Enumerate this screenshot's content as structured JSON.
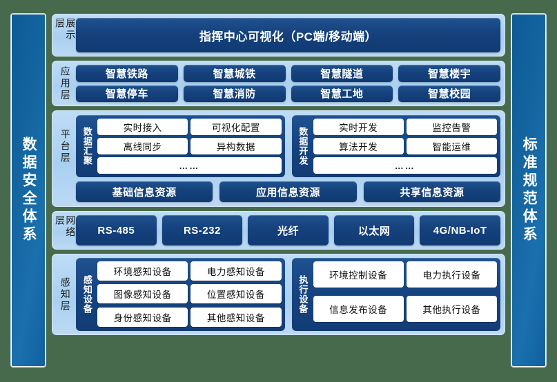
{
  "colors": {
    "page_background": "#476a4c",
    "pillar_blue": "#14649f",
    "layer_band": "#a9d0f0",
    "chip_navy": "#15417c",
    "cell_white": "#ffffff"
  },
  "left_pillar": {
    "label": "数据安全体系"
  },
  "right_pillar": {
    "label": "标准规范体系"
  },
  "layers": [
    {
      "id": "display",
      "name": "展示层",
      "bar": "指挥中心可视化（PC端/移动端）"
    },
    {
      "id": "application",
      "name": "应用层",
      "items": [
        "智慧铁路",
        "智慧城铁",
        "智慧隧道",
        "智慧楼宇",
        "智慧停车",
        "智慧消防",
        "智慧工地",
        "智慧校园"
      ]
    },
    {
      "id": "platform",
      "name": "平台层",
      "groups": [
        {
          "title": "数据汇聚",
          "cells": [
            "实时接入",
            "可视化配置",
            "离线同步",
            "异构数据"
          ],
          "more": "……"
        },
        {
          "title": "数据开发",
          "cells": [
            "实时开发",
            "监控告警",
            "算法开发",
            "智能运维"
          ],
          "more": "……"
        }
      ],
      "resources": [
        "基础信息资源",
        "应用信息资源",
        "共享信息资源"
      ]
    },
    {
      "id": "network",
      "name": "网络层",
      "items": [
        "RS-485",
        "RS-232",
        "光纤",
        "以太网",
        "4G/NB-IoT"
      ]
    },
    {
      "id": "sense",
      "name": "感知层",
      "groups": [
        {
          "title": "感知设备",
          "cells": [
            "环境感知设备",
            "电力感知设备",
            "图像感知设备",
            "位置感知设备",
            "身份感知设备",
            "其他感知设备"
          ]
        },
        {
          "title": "执行设备",
          "cells": [
            "环境控制设备",
            "电力执行设备",
            "信息发布设备",
            "其他执行设备"
          ]
        }
      ]
    }
  ]
}
